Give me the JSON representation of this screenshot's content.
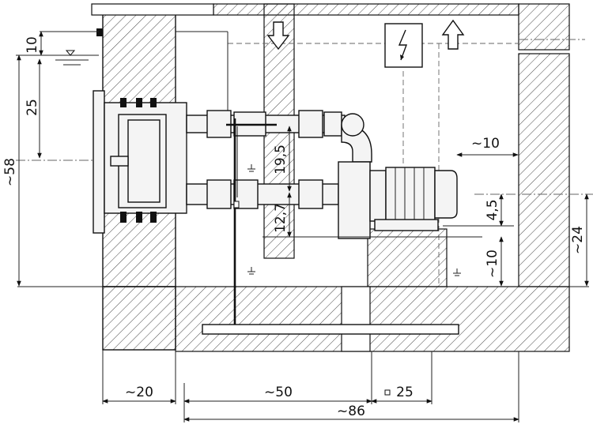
{
  "dimensions": {
    "water_depth": "10",
    "nozzle_depth": "25",
    "total_depth": "~58",
    "pipe_spacing": "19,5",
    "lower_offset": "12,7",
    "wall_gap": "~10",
    "motor_offset": "4,5",
    "base_height": "~10",
    "floor_height": "~24",
    "wall_thickness": "~20",
    "unit_length": "~50",
    "base_width": "25",
    "overall_length": "~86"
  },
  "symbols": {
    "air_in_arrow": "arrow-down-icon",
    "air_out_arrow": "arrow-up-icon",
    "electrical": "lightning-icon",
    "water_level": "water-level-icon",
    "ground": "ground-icon"
  }
}
